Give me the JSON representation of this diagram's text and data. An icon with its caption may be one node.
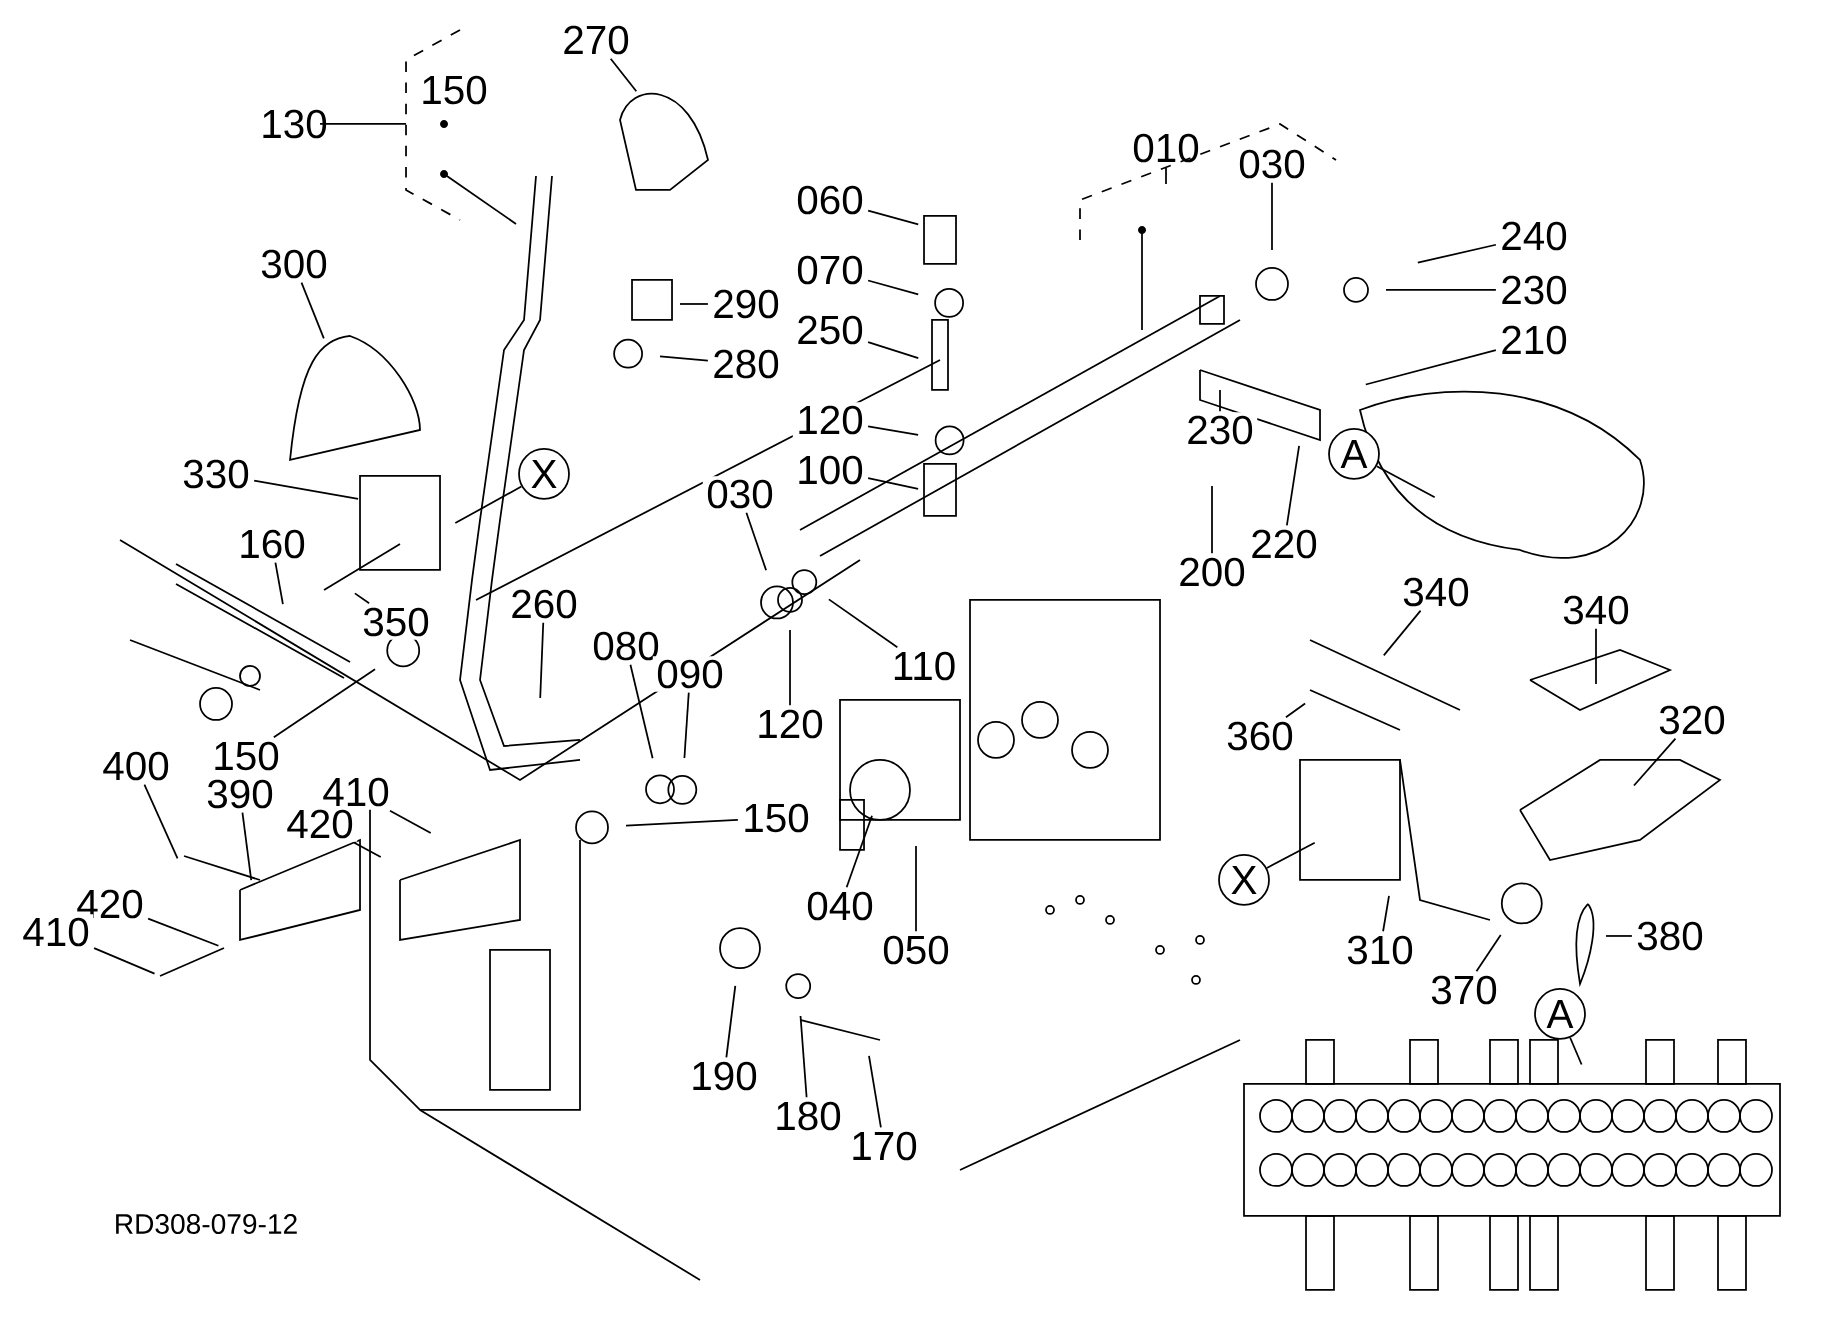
{
  "diagram": {
    "nodes": [
      {
        "text": [
          "270"
        ]
      },
      {
        "text": [
          "300"
        ]
      },
      {
        "text": [
          "290"
        ]
      },
      {
        "text": [
          "280"
        ]
      },
      {
        "text": [
          "060"
        ]
      },
      {
        "text": [
          "070"
        ]
      },
      {
        "text": [
          "250"
        ]
      },
      {
        "text": [
          "120"
        ]
      },
      {
        "text": [
          "100"
        ]
      },
      {
        "text": [
          "330"
        ]
      },
      {
        "text": [
          "X"
        ]
      },
      {
        "text": [
          "160"
        ]
      },
      {
        "text": [
          "350"
        ]
      },
      {
        "text": [
          "030"
        ]
      },
      {
        "text": [
          "260"
        ]
      },
      {
        "text": [
          "080"
        ]
      },
      {
        "text": [
          "090"
        ]
      },
      {
        "text": [
          "120"
        ]
      },
      {
        "text": [
          "110"
        ]
      },
      {
        "text": [
          "150"
        ]
      },
      {
        "text": [
          "400"
        ]
      },
      {
        "text": [
          "390"
        ]
      },
      {
        "text": [
          "410"
        ]
      },
      {
        "text": [
          "420"
        ]
      },
      {
        "text": [
          "420"
        ]
      },
      {
        "text": [
          "410"
        ]
      },
      {
        "text": [
          "150"
        ]
      },
      {
        "text": [
          "040"
        ]
      },
      {
        "text": [
          "050"
        ]
      },
      {
        "text": [
          "190"
        ]
      },
      {
        "text": [
          "180"
        ]
      },
      {
        "text": [
          "170"
        ]
      },
      {
        "text": [
          "030"
        ]
      },
      {
        "text": [
          "240"
        ]
      },
      {
        "text": [
          "230"
        ]
      },
      {
        "text": [
          "210"
        ]
      },
      {
        "text": [
          "230"
        ]
      },
      {
        "text": [
          "200"
        ]
      },
      {
        "text": [
          "220"
        ]
      },
      {
        "text": [
          "A"
        ]
      },
      {
        "text": [
          "340"
        ]
      },
      {
        "text": [
          "340"
        ]
      },
      {
        "text": [
          "360"
        ]
      },
      {
        "text": [
          "320"
        ]
      },
      {
        "text": [
          "X"
        ]
      },
      {
        "text": [
          "310"
        ]
      },
      {
        "text": [
          "370"
        ]
      },
      {
        "text": [
          "380"
        ]
      },
      {
        "text": [
          "A"
        ]
      }
    ],
    "edges": [
      {
        "from": 0,
        "to": null,
        "arrow": "none"
      },
      {
        "from": 1,
        "to": null,
        "arrow": "none"
      },
      {
        "from": 2,
        "to": null,
        "arrow": "none"
      },
      {
        "from": 3,
        "to": null,
        "arrow": "none"
      },
      {
        "from": 4,
        "to": null,
        "arrow": "none"
      },
      {
        "from": 5,
        "to": null,
        "arrow": "none"
      },
      {
        "from": 6,
        "to": null,
        "arrow": "none"
      },
      {
        "from": 7,
        "to": null,
        "arrow": "none"
      },
      {
        "from": 8,
        "to": null,
        "arrow": "none"
      },
      {
        "from": 9,
        "to": null,
        "arrow": "none"
      },
      {
        "from": 10,
        "to": null,
        "arrow": "none"
      },
      {
        "from": 11,
        "to": null,
        "arrow": "none"
      },
      {
        "from": 12,
        "to": null,
        "arrow": "none"
      },
      {
        "from": 13,
        "to": null,
        "arrow": "none"
      },
      {
        "from": 14,
        "to": null,
        "arrow": "none"
      },
      {
        "from": 15,
        "to": null,
        "arrow": "none"
      },
      {
        "from": 16,
        "to": null,
        "arrow": "none"
      },
      {
        "from": 17,
        "to": null,
        "arrow": "none"
      },
      {
        "from": 18,
        "to": null,
        "arrow": "none"
      },
      {
        "from": 19,
        "to": null,
        "arrow": "none"
      },
      {
        "from": 20,
        "to": null,
        "arrow": "none"
      },
      {
        "from": 21,
        "to": null,
        "arrow": "none"
      },
      {
        "from": 22,
        "to": null,
        "arrow": "none"
      },
      {
        "from": 23,
        "to": null,
        "arrow": "none"
      },
      {
        "from": 24,
        "to": null,
        "arrow": "none"
      },
      {
        "from": 25,
        "to": null,
        "arrow": "none"
      },
      {
        "from": 26,
        "to": null,
        "arrow": "none"
      },
      {
        "from": 27,
        "to": null,
        "arrow": "none"
      },
      {
        "from": 28,
        "to": null,
        "arrow": "none"
      },
      {
        "from": 29,
        "to": null,
        "arrow": "none"
      },
      {
        "from": 30,
        "to": null,
        "arrow": "none"
      },
      {
        "from": 31,
        "to": null,
        "arrow": "none"
      },
      {
        "from": 32,
        "to": null,
        "arrow": "none"
      },
      {
        "from": 33,
        "to": null,
        "arrow": "none"
      },
      {
        "from": 34,
        "to": null,
        "arrow": "none"
      },
      {
        "from": 35,
        "to": null,
        "arrow": "none"
      },
      {
        "from": 36,
        "to": null,
        "arrow": "none"
      },
      {
        "from": 37,
        "to": null,
        "arrow": "none"
      },
      {
        "from": 38,
        "to": null,
        "arrow": "none"
      },
      {
        "from": 39,
        "to": null,
        "arrow": "none"
      },
      {
        "from": 40,
        "to": null,
        "arrow": "none"
      },
      {
        "from": 41,
        "to": null,
        "arrow": "none"
      },
      {
        "from": 42,
        "to": null,
        "arrow": "none"
      },
      {
        "from": 43,
        "to": null,
        "arrow": "none"
      },
      {
        "from": 44,
        "to": null,
        "arrow": "none"
      },
      {
        "from": 45,
        "to": null,
        "arrow": "none"
      },
      {
        "from": 46,
        "to": null,
        "arrow": "none"
      },
      {
        "from": 47,
        "to": null,
        "arrow": "none"
      },
      {
        "from": 48,
        "to": null,
        "arrow": "none"
      }
    ],
    "labels": [
      "150",
      "130",
      "010",
      "RD308-079-12"
    ]
  }
}
